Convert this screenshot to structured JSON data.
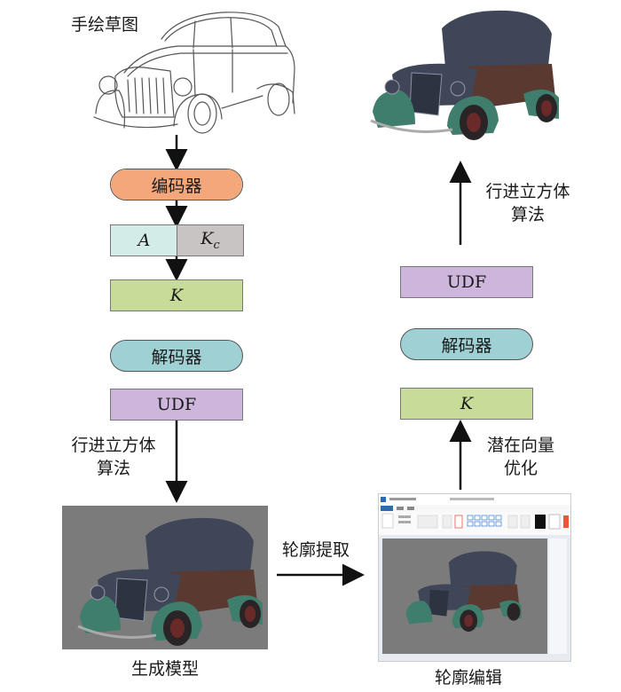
{
  "colors": {
    "encoder_fill": "#f4a77a",
    "decoder_fill": "#9fd0d3",
    "latent_fill": "#c8dc9a",
    "a_fill": "#d4ece8",
    "kc_fill": "#c9c4c4",
    "udf_fill": "#cdb5dc",
    "render_bg": "#7b7b7b",
    "car_body_dark": "#3f4658",
    "car_fender": "#3f7d6c",
    "car_side": "#5a3a30"
  },
  "left_column": {
    "sketch_label": "手绘草图",
    "encoder": "编码器",
    "latent_a": "A",
    "latent_kc_main": "K",
    "latent_kc_sub": "c",
    "latent_k": "K",
    "decoder": "解码器",
    "udf": "UDF",
    "mc_line1": "行进立方体",
    "mc_line2": "算法",
    "model_label": "生成模型"
  },
  "middle": {
    "contour_extract": "轮廓提取"
  },
  "right_column": {
    "mc_line1": "行进立方体",
    "mc_line2": "算法",
    "udf": "UDF",
    "decoder": "解码器",
    "latent_k": "K",
    "opt_line1": "潜在向量",
    "opt_line2": "优化",
    "edit_label": "轮廓编辑"
  }
}
